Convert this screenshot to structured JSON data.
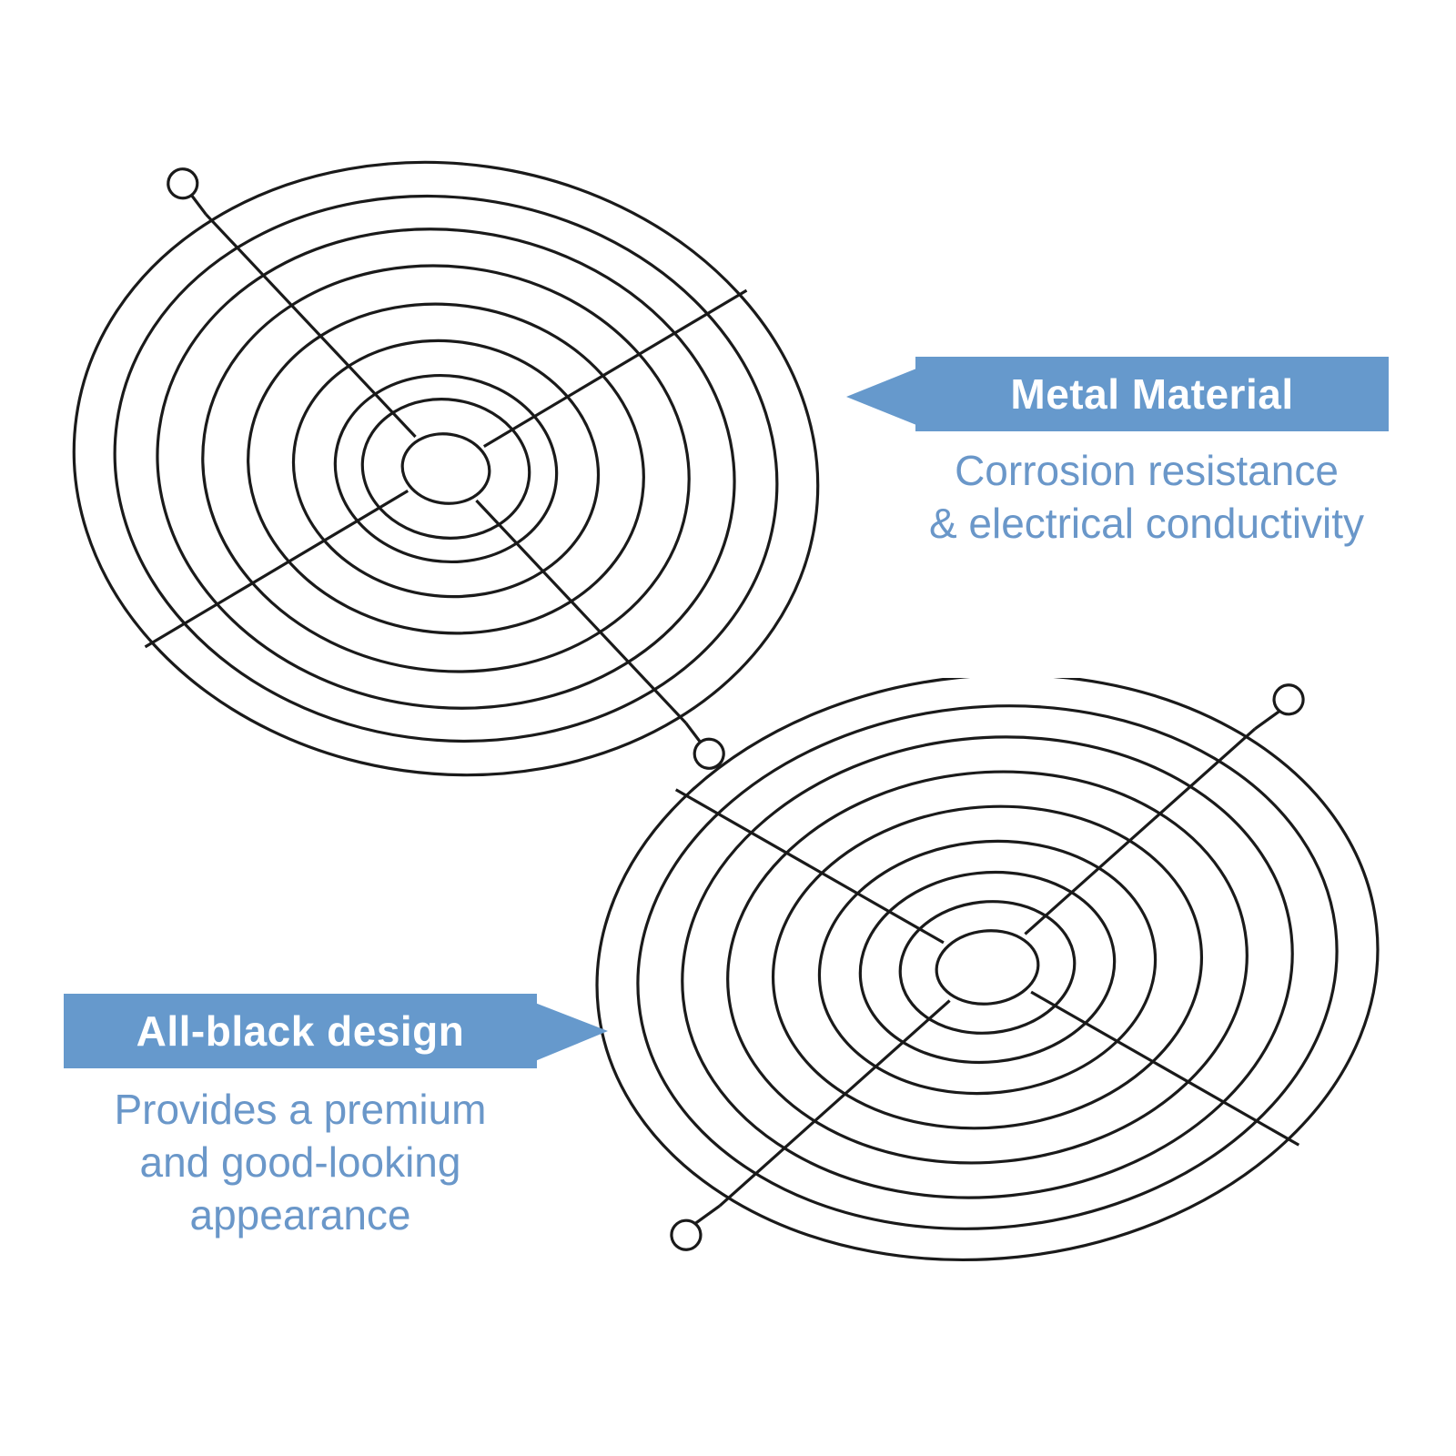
{
  "colors": {
    "accent": "#6699cc",
    "text_accent": "#6a97c9",
    "wire": "#1a1a1a",
    "background": "#ffffff"
  },
  "icons": {
    "top_grill": "fan-grill-icon",
    "bottom_grill": "fan-grill-icon"
  },
  "top_callout": {
    "heading": "Metal Material",
    "lines": [
      "Corrosion resistance",
      "& electrical conductivity"
    ]
  },
  "bottom_callout": {
    "heading": "All-black design",
    "lines": [
      "Provides a premium",
      "and good-looking",
      "appearance"
    ]
  }
}
